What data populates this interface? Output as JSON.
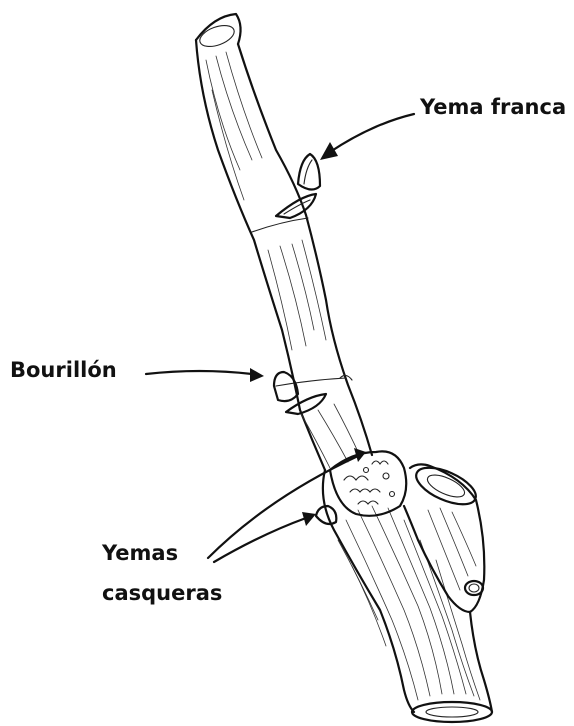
{
  "labels": {
    "yema_franca": "Yema franca",
    "bourillon": "Bourillón",
    "yemas_casqueras_line1": "Yemas",
    "yemas_casqueras_line2": "casqueras"
  }
}
